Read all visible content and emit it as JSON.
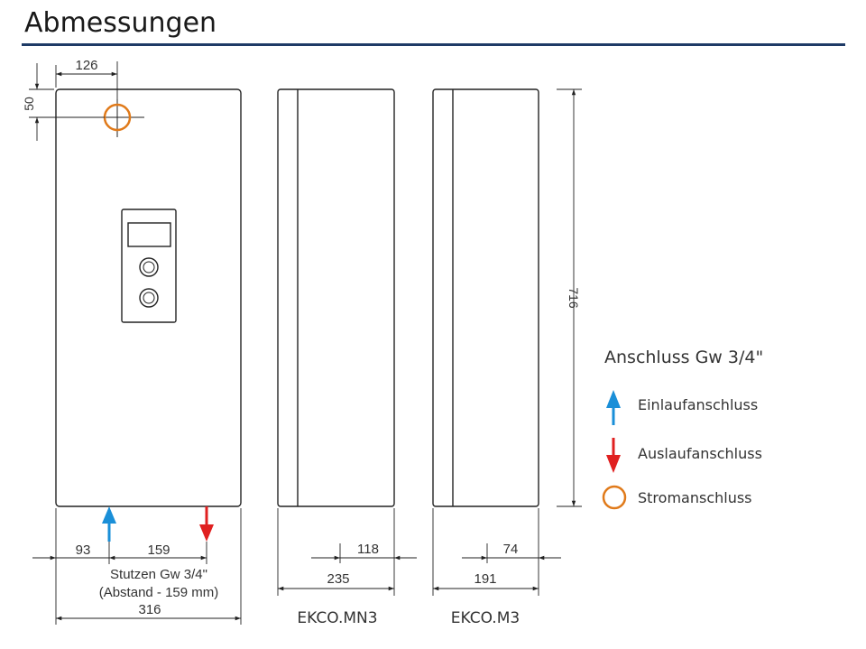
{
  "title": "Abmessungen",
  "colors": {
    "title_rule": "#1e3a66",
    "inlet_arrow": "#1a8fd8",
    "outlet_arrow": "#e02020",
    "power_circle": "#e07a1a",
    "line": "#222222"
  },
  "dimensions": {
    "top_offset": "126",
    "side_offset": "50",
    "height": "716",
    "inlet_offset": "93",
    "pipe_spacing": "159",
    "front_width": "316",
    "mn3_front": "118",
    "mn3_depth": "235",
    "m3_front": "74",
    "m3_depth": "191"
  },
  "notes": {
    "stutzen_line1": "Stutzen Gw 3/4\"",
    "stutzen_line2": "(Abstand - 159 mm)"
  },
  "models": {
    "mn3": "EKCO.MN3",
    "m3": "EKCO.M3"
  },
  "legend": {
    "title": "Anschluss  Gw 3/4\"",
    "items": [
      {
        "icon": "arrow-up-icon",
        "label": "Einlaufanschluss"
      },
      {
        "icon": "arrow-down-icon",
        "label": "Auslaufanschluss"
      },
      {
        "icon": "circle-icon",
        "label": "Stromanschluss"
      }
    ]
  }
}
